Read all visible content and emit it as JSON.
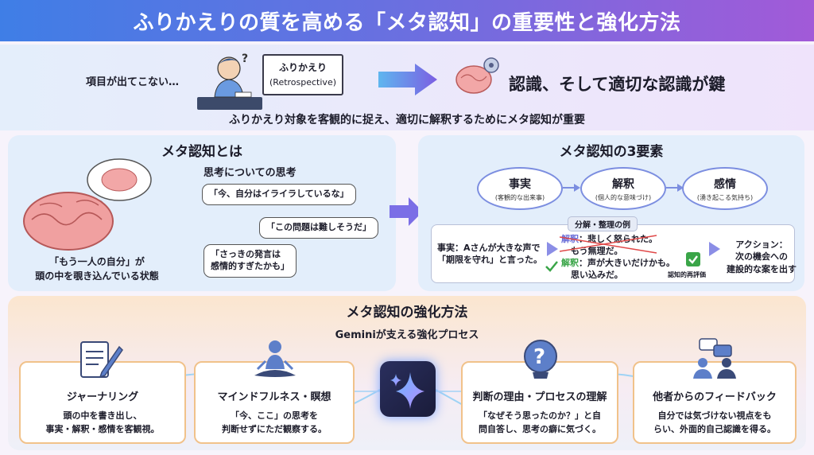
{
  "title": "ふりかえりの質を高める「メタ認知」の重要性と強化方法",
  "top": {
    "no_items": "項目が出てこない…",
    "board_title": "ふりかえり",
    "board_sub": "(Retrospective)",
    "key_message": "認識、そして適切な認識が鍵",
    "summary": "ふりかえり対象を客観的に捉え、適切に解釈するためにメタ認知が重要"
  },
  "left_card": {
    "title": "メタ認知とは",
    "subtitle": "思考についての思考",
    "bubble1": "「今、自分はイライラしているな」",
    "bubble2": "「この問題は難しそうだ」",
    "bubble3_l1": "「さっきの発言は",
    "bubble3_l2": "感情的すぎたかも」",
    "caption_l1": "「もう一人の自分」が",
    "caption_l2": "頭の中を覗き込んでいる状態"
  },
  "right_card": {
    "title": "メタ認知の3要素",
    "elements": [
      {
        "name": "事実",
        "desc": "(客観的な出来事)"
      },
      {
        "name": "解釈",
        "desc": "(個人的な意味づけ)"
      },
      {
        "name": "感情",
        "desc": "(湧き起こる気持ち)"
      }
    ],
    "example_label": "分解・整理の例",
    "fact_l1": "事実：Aさんが大きな声で",
    "fact_l2": "「期限を守れ」と言った。",
    "interp_old_label": "解釈",
    "interp_old_l1": "：悲しく怒られた。",
    "interp_old_l2": "もう無理だ。",
    "interp_new_label": "解釈",
    "interp_new_l1": "：声が大きいだけかも。",
    "interp_new_l2": "思い込みだ。",
    "reappraisal": "認知的再評価",
    "action_l1": "アクション：",
    "action_l2": "次の機会への",
    "action_l3": "建設的な案を出す"
  },
  "bottom": {
    "title": "メタ認知の強化方法",
    "subtitle": "Geminiが支える強化プロセス",
    "methods": [
      {
        "icon": "notepad-pen-icon",
        "title": "ジャーナリング",
        "l1": "頭の中を書き出し、",
        "l2": "事実・解釈・感情を客観視。"
      },
      {
        "icon": "meditation-icon",
        "title": "マインドフルネス・瞑想",
        "l1": "「今、ここ」の思考を",
        "l2": "判断せずにただ観察する。"
      },
      {
        "icon": "question-head-icon",
        "title": "判断の理由・プロセスの理解",
        "l1": "「なぜそう思ったのか？」と自",
        "l2": "問自答し、思考の癖に気づく。"
      },
      {
        "icon": "feedback-people-icon",
        "title": "他者からのフィードバック",
        "l1": "自分では気づけない視点をも",
        "l2": "らい、外面的自己認識を得る。"
      }
    ]
  },
  "colors": {
    "banner_start": "#3f7ee6",
    "banner_end": "#a25ad8",
    "card_bg": "#e3eefb",
    "method_border": "#f1c28a",
    "arrow": "#7b6ee6"
  }
}
